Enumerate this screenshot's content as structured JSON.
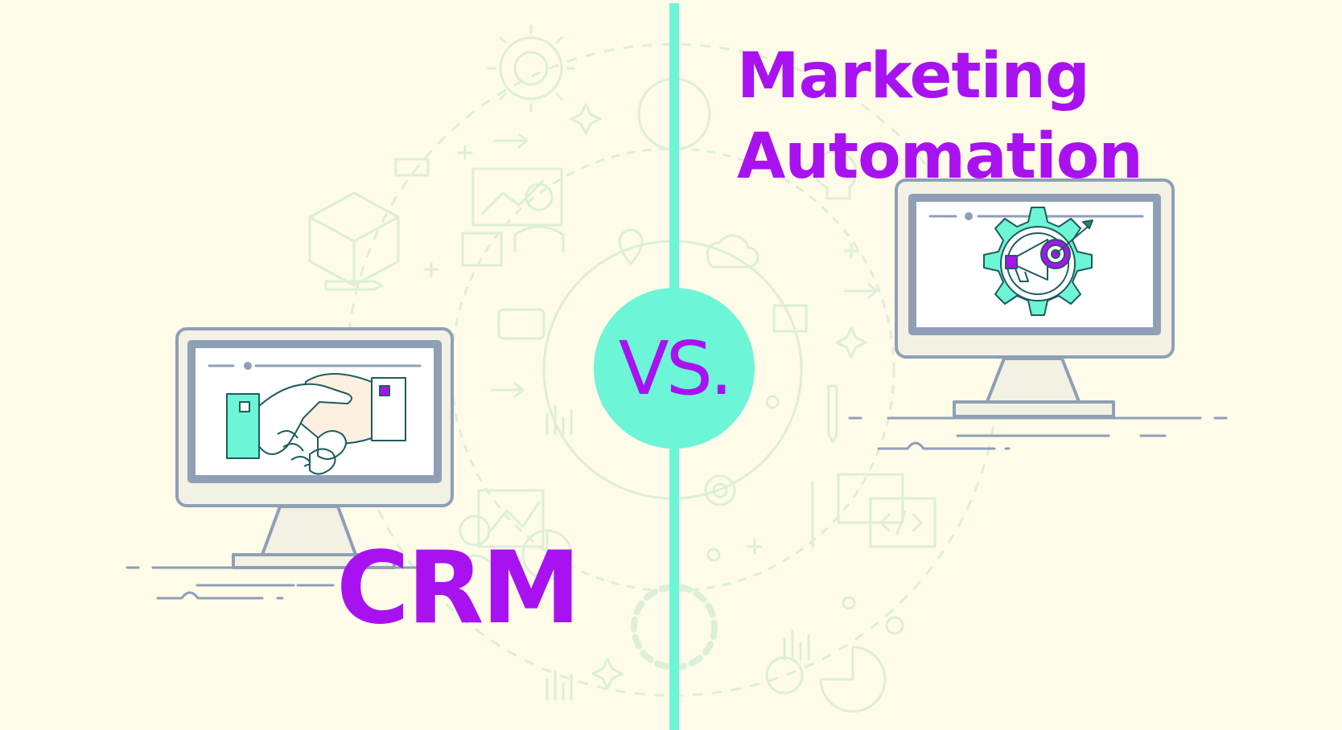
{
  "colors": {
    "background": "#fefbe8",
    "accent_teal": "#6cf5d6",
    "accent_purple": "#a912f0",
    "line_slate": "#8f9fb6",
    "doodle_green": "#d9f0d6"
  },
  "left_panel": {
    "title": "CRM",
    "monitor_icon": "handshake-icon"
  },
  "right_panel": {
    "title_line1": "Marketing",
    "title_line2": "Automation",
    "monitor_icon": "megaphone-gear-icon"
  },
  "divider": {
    "label": "VS."
  }
}
